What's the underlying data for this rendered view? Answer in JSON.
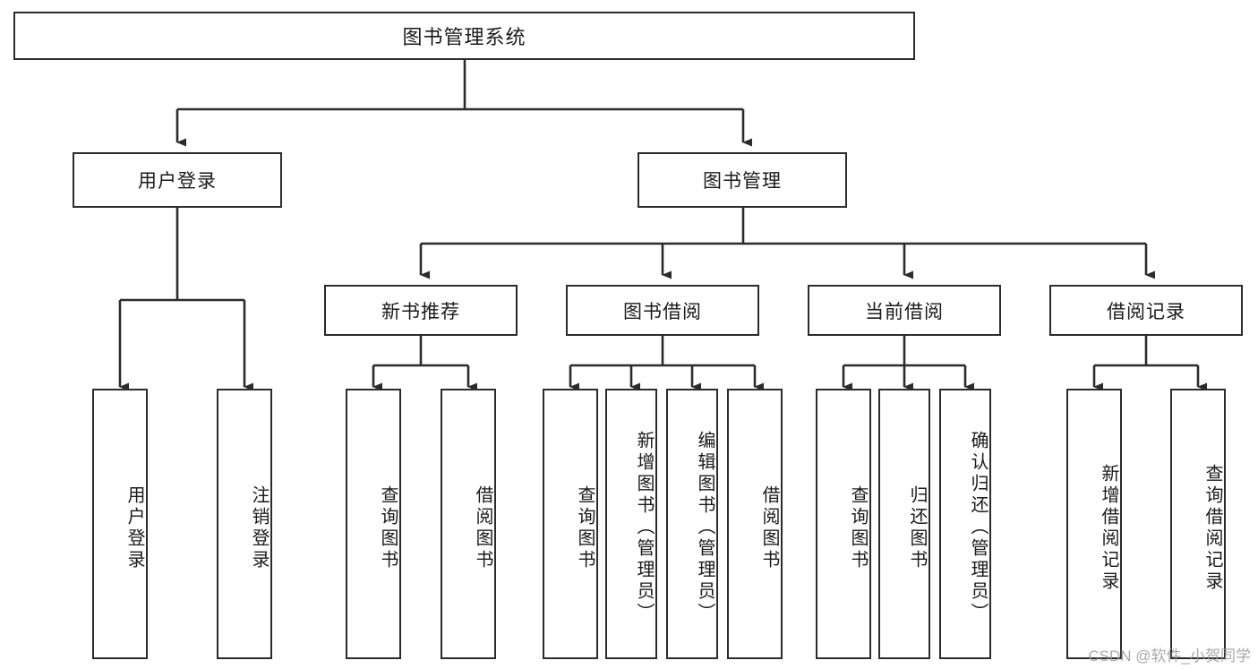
{
  "diagram": {
    "type": "tree",
    "title": "图书管理系统",
    "stroke_color": "#2b2b2b",
    "fill_color": "#ffffff",
    "text_color": "#1a1a1a"
  },
  "root": {
    "label": "图书管理系统"
  },
  "level2": [
    {
      "label": "用户登录"
    },
    {
      "label": "图书管理"
    }
  ],
  "level3": [
    {
      "label": "新书推荐"
    },
    {
      "label": "图书借阅"
    },
    {
      "label": "当前借阅"
    },
    {
      "label": "借阅记录"
    }
  ],
  "leaves": {
    "user_login": [
      {
        "label": "用户登录"
      },
      {
        "label": "注销登录"
      }
    ],
    "new_book": [
      {
        "label": "查询图书"
      },
      {
        "label": "借阅图书"
      }
    ],
    "book_borrow": [
      {
        "label": "查询图书"
      },
      {
        "label": "新增图书（管理员）"
      },
      {
        "label": "编辑图书（管理员）"
      },
      {
        "label": "借阅图书"
      }
    ],
    "current_borrow": [
      {
        "label": "查询图书"
      },
      {
        "label": "归还图书"
      },
      {
        "label": "确认归还（管理员）"
      }
    ],
    "borrow_record": [
      {
        "label": "新增借阅记录"
      },
      {
        "label": "查询借阅记录"
      }
    ]
  },
  "watermark": {
    "text": "CSDN @软件_小贺同学"
  }
}
